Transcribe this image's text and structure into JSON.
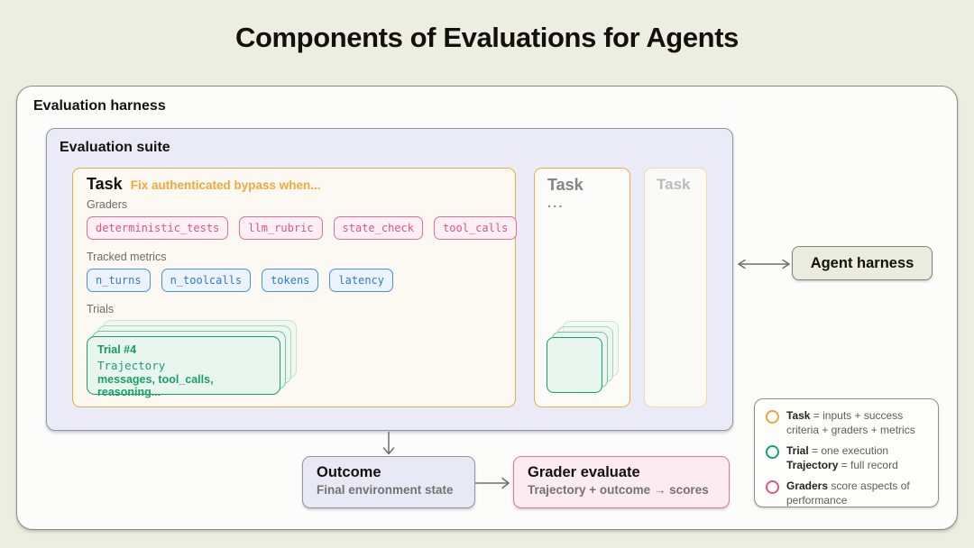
{
  "title": "Components of Evaluations for Agents",
  "harness": {
    "label": "Evaluation harness"
  },
  "suite": {
    "label": "Evaluation suite"
  },
  "task_main": {
    "label": "Task",
    "prompt": "Fix authenticated bypass when...",
    "graders_label": "Graders",
    "graders": [
      "deterministic_tests",
      "llm_rubric",
      "state_check",
      "tool_calls"
    ],
    "metrics_label": "Tracked metrics",
    "metrics": [
      "n_turns",
      "n_toolcalls",
      "tokens",
      "latency"
    ],
    "trials_label": "Trials",
    "trial": {
      "title": "Trial #4",
      "subtitle": "Trajectory",
      "detail": "messages, tool_calls, reasoning..."
    }
  },
  "task_second": {
    "label": "Task",
    "ellipsis": "..."
  },
  "task_third": {
    "label": "Task"
  },
  "agent_harness": {
    "label": "Agent harness"
  },
  "outcome": {
    "title": "Outcome",
    "subtitle": "Final environment state"
  },
  "grader_evaluate": {
    "title": "Grader evaluate",
    "subtitle": "Trajectory + outcome → scores"
  },
  "legend": {
    "items": [
      {
        "ring_color": "#F2A43D",
        "term": "Task",
        "rest": " = inputs + success criteria + graders + metrics"
      },
      {
        "ring_color": "#17A36C",
        "term": "Trial",
        "rest": " = one execution",
        "term2": "Trajectory",
        "rest2": " = full record"
      },
      {
        "ring_color": "#E0557E",
        "term": "Graders",
        "rest": " score aspects of performance"
      }
    ]
  },
  "colors": {
    "page_bg": "#ECEEE2",
    "suite_bg": "#EBEBF8",
    "task_accent": "#F5A93E",
    "trial_accent": "#16A166",
    "grader_accent": "#E56B99",
    "metric_accent": "#4A90D8"
  }
}
